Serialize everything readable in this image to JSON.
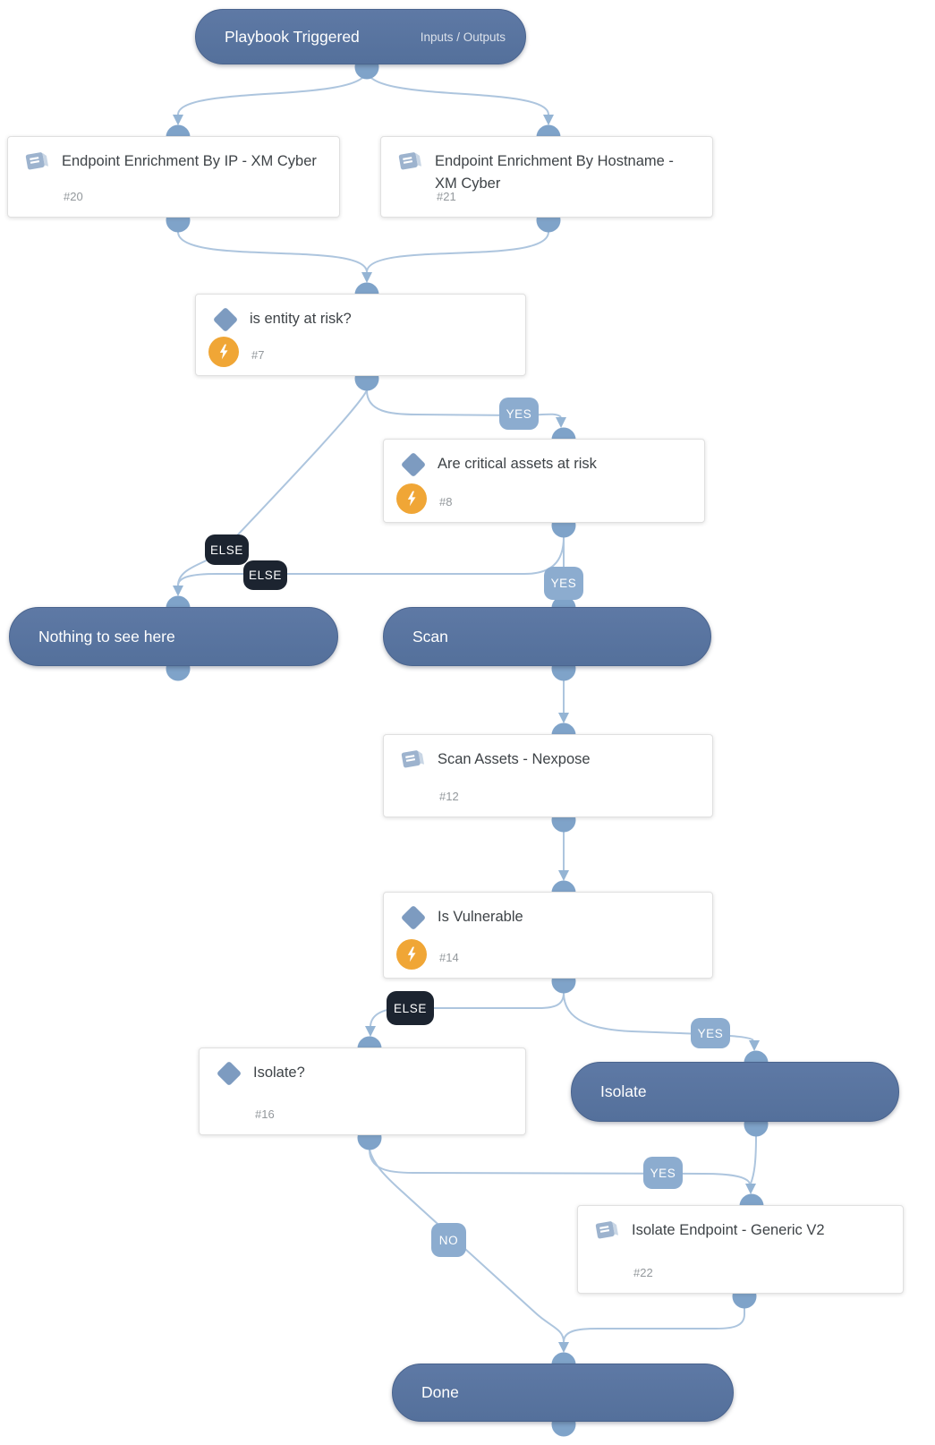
{
  "colors": {
    "canvas": "#ffffff",
    "pill": "#54709b",
    "pill-light": "#5e79a5",
    "pill-border": "#4a648e",
    "port": "#7fa3c9",
    "line": "#adc5de",
    "arrow": "#94b4d4",
    "badge-yes": "#8caccf",
    "badge-else": "#1c2430",
    "card-border": "#e0e0e0",
    "title": "#3e4347",
    "number": "#93989c",
    "diamond": "#7d9bc0",
    "book": "#9db3ce",
    "book-page": "#c9d6e5",
    "lightning": "#f0a636"
  },
  "trigger": {
    "title": "Playbook Triggered",
    "io_link": "Inputs / Outputs"
  },
  "nodes": {
    "t20": {
      "title": "Endpoint Enrichment By IP - XM Cyber",
      "id": "#20"
    },
    "t21": {
      "title": "Endpoint Enrichment By Hostname - XM Cyber",
      "id": "#21"
    },
    "c7": {
      "title": "is entity at risk?",
      "id": "#7"
    },
    "c8": {
      "title": "Are critical assets at risk",
      "id": "#8"
    },
    "nothing": {
      "title": "Nothing to see here"
    },
    "scan": {
      "title": "Scan"
    },
    "t12": {
      "title": "Scan Assets - Nexpose",
      "id": "#12"
    },
    "c14": {
      "title": "Is Vulnerable",
      "id": "#14"
    },
    "c16": {
      "title": "Isolate?",
      "id": "#16"
    },
    "isolate": {
      "title": "Isolate"
    },
    "t22": {
      "title": "Isolate Endpoint - Generic V2",
      "id": "#22"
    },
    "done": {
      "title": "Done"
    }
  },
  "edge_labels": {
    "yes_7": "YES",
    "else_7": "ELSE",
    "else_8": "ELSE",
    "yes_8": "YES",
    "else_14": "ELSE",
    "yes_14": "YES",
    "yes_16": "YES",
    "no_16": "NO"
  }
}
